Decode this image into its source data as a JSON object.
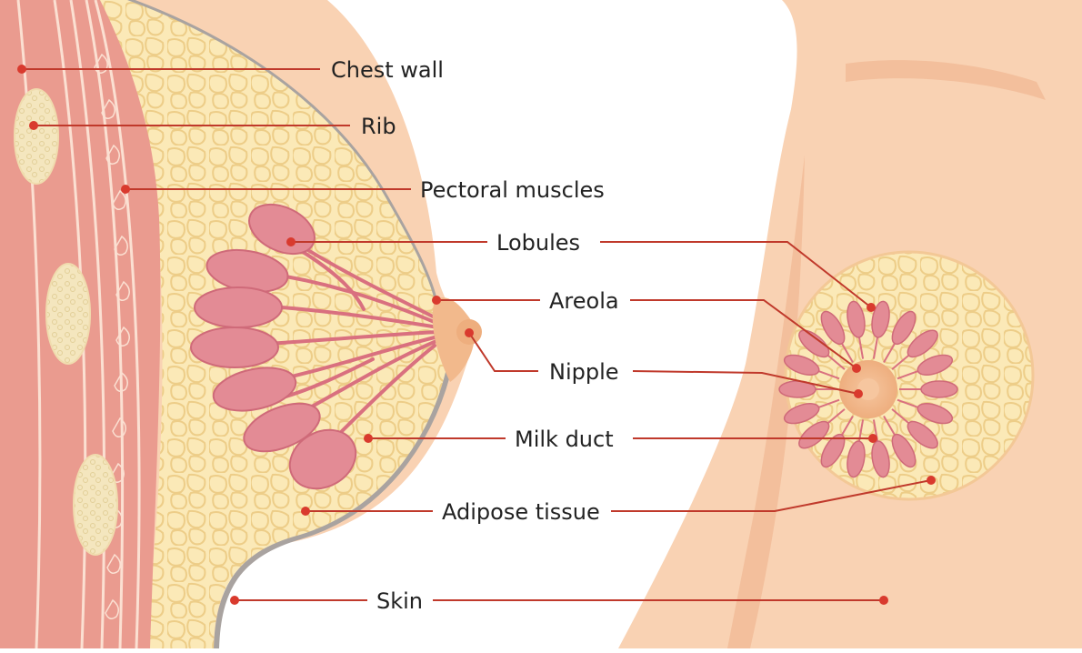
{
  "labels": {
    "chest_wall": "Chest wall",
    "rib": "Rib",
    "pectoral_muscles": "Pectoral muscles",
    "lobules": "Lobules",
    "areola": "Areola",
    "nipple": "Nipple",
    "milk_duct": "Milk duct",
    "adipose_tissue": "Adipose tissue",
    "skin": "Skin"
  },
  "colors": {
    "skin": "#f9d2b3",
    "skin_shadow": "#f3bf9c",
    "muscle": "#ea9b8f",
    "muscle_stripe": "#fbe0d2",
    "rib": "#f4e6be",
    "adipose": "#fbe9b7",
    "adipose_line": "#eed08e",
    "lobule": "#e38b95",
    "lobule_dark": "#cf6a79",
    "duct": "#d9707f",
    "skin_outline": "#a9a3a0",
    "areola": "#f2b98c",
    "leader_line": "#c0392b",
    "marker_dot": "#d93a2e"
  }
}
